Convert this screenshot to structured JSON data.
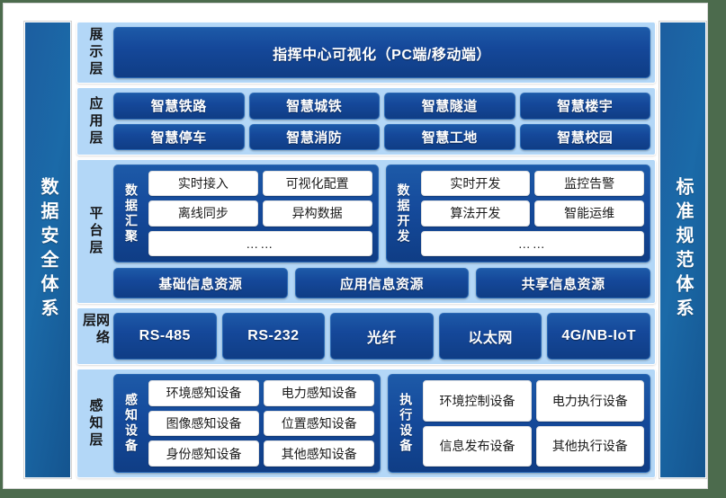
{
  "pillars": {
    "left": "数据安全体系",
    "right": "标准规范体系"
  },
  "layers": {
    "presentation": {
      "name": "展示层",
      "banner": "指挥中心可视化（PC端/移动端）"
    },
    "application": {
      "name": "应用层",
      "items": [
        "智慧铁路",
        "智慧城铁",
        "智慧隧道",
        "智慧楼宇",
        "智慧停车",
        "智慧消防",
        "智慧工地",
        "智慧校园"
      ]
    },
    "platform": {
      "name": "平台层",
      "groups": [
        {
          "title": "数据汇聚",
          "cells": [
            "实时接入",
            "可视化配置",
            "离线同步",
            "异构数据"
          ],
          "more": "……"
        },
        {
          "title": "数据开发",
          "cells": [
            "实时开发",
            "监控告警",
            "算法开发",
            "智能运维"
          ],
          "more": "……"
        }
      ],
      "resources": [
        "基础信息资源",
        "应用信息资源",
        "共享信息资源"
      ]
    },
    "network": {
      "name": "网络层",
      "items": [
        "RS-485",
        "RS-232",
        "光纤",
        "以太网",
        "4G/NB-IoT"
      ]
    },
    "perception": {
      "name": "感知层",
      "groups": [
        {
          "title": "感知设备",
          "cells": [
            "环境感知设备",
            "电力感知设备",
            "图像感知设备",
            "位置感知设备",
            "身份感知设备",
            "其他感知设备"
          ]
        },
        {
          "title": "执行设备",
          "cells": [
            "环境控制设备",
            "电力执行设备",
            "信息发布设备",
            "其他执行设备"
          ]
        }
      ]
    }
  },
  "colors": {
    "chip_dark_blue": "#15489a",
    "layer_light_blue": "#b3d7f7",
    "pillar_blue": "#1b6aa8",
    "page_background": "#ffffff",
    "outer_background": "#4c6b4d"
  }
}
